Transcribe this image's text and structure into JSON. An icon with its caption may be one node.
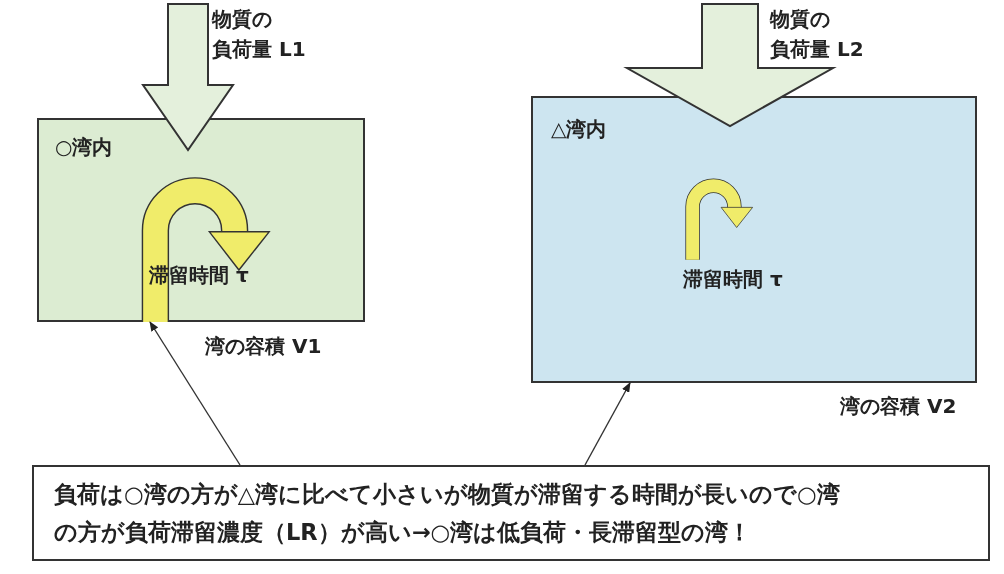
{
  "diagram": {
    "nodes": [
      {
        "text": [
          "○湾内",
          "滞留時間 τ"
        ],
        "beside": [
          "湾の容積 V1"
        ]
      },
      {
        "text": [
          "△湾内",
          "滞留時間 τ"
        ],
        "beside": [
          "湾の容積 V2"
        ]
      },
      {
        "text": [
          "負荷は○湾の方が△湾に比べて小さいが物質が滞留する時間が長いので○湾の方が負荷滞留濃度（LR）が高い→○湾は低負荷・長滞留型の湾！"
        ]
      }
    ],
    "edges": [
      {
        "from": null,
        "to": 0,
        "arrow": "to",
        "style": "thick"
      },
      {
        "from": null,
        "to": 1,
        "arrow": "to",
        "style": "thick"
      },
      {
        "from": 2,
        "to": 0,
        "arrow": "to"
      },
      {
        "from": 2,
        "to": 1,
        "arrow": "to"
      }
    ],
    "labels": [
      "物質の負荷量 L1",
      "物質の負荷量 L2"
    ]
  }
}
